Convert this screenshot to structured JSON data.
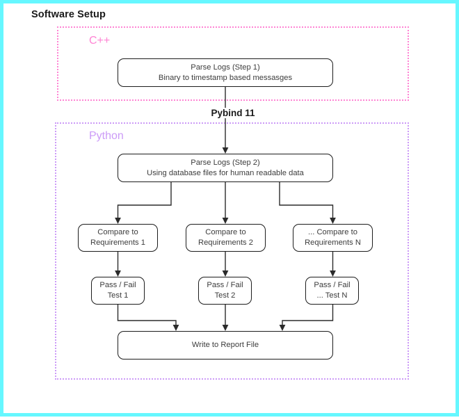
{
  "diagram": {
    "title": "Software Setup",
    "frame_color": "#66f7ff",
    "bridge_label": "Pybind 11",
    "groups": [
      {
        "id": "cpp",
        "label": "C++",
        "color": "#ff84d4",
        "border_style": "dotted"
      },
      {
        "id": "python",
        "label": "Python",
        "color": "#cc9bf7",
        "border_style": "dotted"
      }
    ],
    "nodes": {
      "parse1": {
        "line1": "Parse Logs (Step 1)",
        "line2": "Binary to timestamp based messasges"
      },
      "parse2": {
        "line1": "Parse Logs (Step 2)",
        "line2": "Using database files for human readable data"
      },
      "compare1": {
        "line1": "Compare to",
        "line2": "Requirements 1"
      },
      "compare2": {
        "line1": "Compare to",
        "line2": "Requirements 2"
      },
      "compareN": {
        "line1": "... Compare to",
        "line2": "Requirements N"
      },
      "passfail1": {
        "line1": "Pass / Fail",
        "line2": "Test 1"
      },
      "passfail2": {
        "line1": "Pass / Fail",
        "line2": "Test 2"
      },
      "passfailN": {
        "line1": "Pass / Fail",
        "line2": "... Test N"
      },
      "report": {
        "line1": "Write to Report File",
        "line2": ""
      }
    }
  }
}
